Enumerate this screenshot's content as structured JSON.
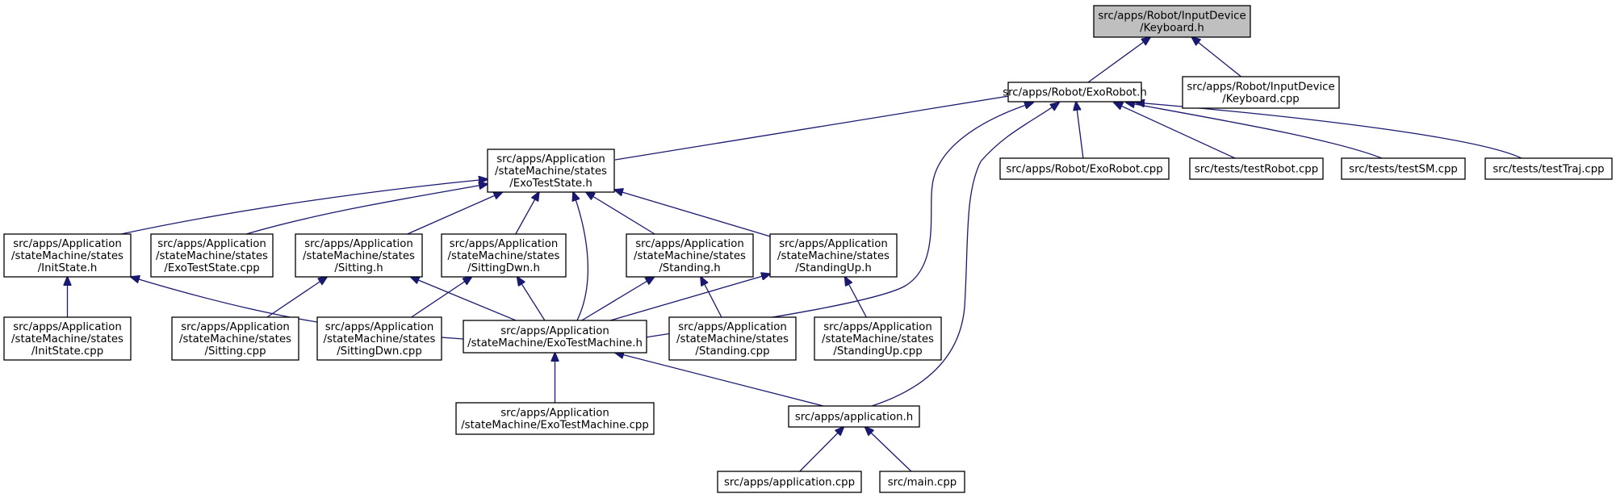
{
  "graph": {
    "edge_color": "#191970",
    "root_fill": "#bfbfbf",
    "node_fill": "#ffffff",
    "nodes": [
      {
        "id": "kb_h",
        "lines": [
          "src/apps/Robot/InputDevice",
          "/Keyboard.h"
        ],
        "root": true
      },
      {
        "id": "exorobot_h",
        "lines": [
          "src/apps/Robot/ExoRobot.h"
        ]
      },
      {
        "id": "kb_cpp",
        "lines": [
          "src/apps/Robot/InputDevice",
          "/Keyboard.cpp"
        ]
      },
      {
        "id": "exoteststate_h",
        "lines": [
          "src/apps/Application",
          "/stateMachine/states",
          "/ExoTestState.h"
        ]
      },
      {
        "id": "exorobot_cpp",
        "lines": [
          "src/apps/Robot/ExoRobot.cpp"
        ]
      },
      {
        "id": "testrobot",
        "lines": [
          "src/tests/testRobot.cpp"
        ]
      },
      {
        "id": "testsm",
        "lines": [
          "src/tests/testSM.cpp"
        ]
      },
      {
        "id": "testtraj",
        "lines": [
          "src/tests/testTraj.cpp"
        ]
      },
      {
        "id": "initstate_h",
        "lines": [
          "src/apps/Application",
          "/stateMachine/states",
          "/InitState.h"
        ]
      },
      {
        "id": "exoteststate_cpp",
        "lines": [
          "src/apps/Application",
          "/stateMachine/states",
          "/ExoTestState.cpp"
        ]
      },
      {
        "id": "sitting_h",
        "lines": [
          "src/apps/Application",
          "/stateMachine/states",
          "/Sitting.h"
        ]
      },
      {
        "id": "sittingdwn_h",
        "lines": [
          "src/apps/Application",
          "/stateMachine/states",
          "/SittingDwn.h"
        ]
      },
      {
        "id": "standing_h",
        "lines": [
          "src/apps/Application",
          "/stateMachine/states",
          "/Standing.h"
        ]
      },
      {
        "id": "standingup_h",
        "lines": [
          "src/apps/Application",
          "/stateMachine/states",
          "/StandingUp.h"
        ]
      },
      {
        "id": "initstate_cpp",
        "lines": [
          "src/apps/Application",
          "/stateMachine/states",
          "/InitState.cpp"
        ]
      },
      {
        "id": "sitting_cpp",
        "lines": [
          "src/apps/Application",
          "/stateMachine/states",
          "/Sitting.cpp"
        ]
      },
      {
        "id": "sittingdwn_cpp",
        "lines": [
          "src/apps/Application",
          "/stateMachine/states",
          "/SittingDwn.cpp"
        ]
      },
      {
        "id": "exotestmachine_h",
        "lines": [
          "src/apps/Application",
          "/stateMachine/ExoTestMachine.h"
        ]
      },
      {
        "id": "standing_cpp",
        "lines": [
          "src/apps/Application",
          "/stateMachine/states",
          "/Standing.cpp"
        ]
      },
      {
        "id": "standingup_cpp",
        "lines": [
          "src/apps/Application",
          "/stateMachine/states",
          "/StandingUp.cpp"
        ]
      },
      {
        "id": "exotestmachine_cpp",
        "lines": [
          "src/apps/Application",
          "/stateMachine/ExoTestMachine.cpp"
        ]
      },
      {
        "id": "application_h",
        "lines": [
          "src/apps/application.h"
        ]
      },
      {
        "id": "application_cpp",
        "lines": [
          "src/apps/application.cpp"
        ]
      },
      {
        "id": "main_cpp",
        "lines": [
          "src/main.cpp"
        ]
      }
    ],
    "edges": [
      {
        "from": "exorobot_h",
        "to": "kb_h"
      },
      {
        "from": "kb_cpp",
        "to": "kb_h"
      },
      {
        "from": "exoteststate_h",
        "to": "exorobot_h"
      },
      {
        "from": "exorobot_cpp",
        "to": "exorobot_h"
      },
      {
        "from": "testrobot",
        "to": "exorobot_h"
      },
      {
        "from": "testsm",
        "to": "exorobot_h"
      },
      {
        "from": "testtraj",
        "to": "exorobot_h"
      },
      {
        "from": "exotestmachine_h",
        "to": "exorobot_h"
      },
      {
        "from": "application_h",
        "to": "exorobot_h"
      },
      {
        "from": "initstate_h",
        "to": "exoteststate_h"
      },
      {
        "from": "exoteststate_cpp",
        "to": "exoteststate_h"
      },
      {
        "from": "sitting_h",
        "to": "exoteststate_h"
      },
      {
        "from": "sittingdwn_h",
        "to": "exoteststate_h"
      },
      {
        "from": "standing_h",
        "to": "exoteststate_h"
      },
      {
        "from": "standingup_h",
        "to": "exoteststate_h"
      },
      {
        "from": "exotestmachine_h",
        "to": "exoteststate_h"
      },
      {
        "from": "initstate_cpp",
        "to": "initstate_h"
      },
      {
        "from": "exotestmachine_h",
        "to": "initstate_h"
      },
      {
        "from": "sitting_cpp",
        "to": "sitting_h"
      },
      {
        "from": "exotestmachine_h",
        "to": "sitting_h"
      },
      {
        "from": "sittingdwn_cpp",
        "to": "sittingdwn_h"
      },
      {
        "from": "exotestmachine_h",
        "to": "sittingdwn_h"
      },
      {
        "from": "standing_cpp",
        "to": "standing_h"
      },
      {
        "from": "exotestmachine_h",
        "to": "standing_h"
      },
      {
        "from": "standingup_cpp",
        "to": "standingup_h"
      },
      {
        "from": "exotestmachine_h",
        "to": "standingup_h"
      },
      {
        "from": "exotestmachine_cpp",
        "to": "exotestmachine_h"
      },
      {
        "from": "application_h",
        "to": "exotestmachine_h"
      },
      {
        "from": "application_cpp",
        "to": "application_h"
      },
      {
        "from": "main_cpp",
        "to": "application_h"
      }
    ]
  }
}
